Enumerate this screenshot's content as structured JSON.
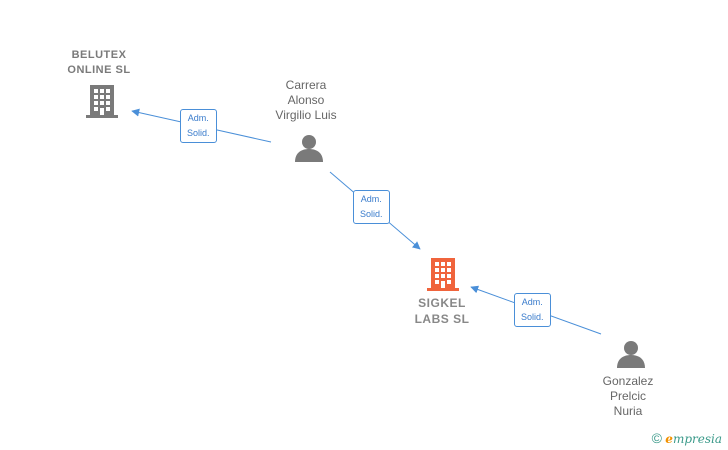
{
  "nodes": {
    "belutex": {
      "name": "BELUTEX\nONLINE SL",
      "type": "company",
      "color": "#7a7a7a"
    },
    "sigkel": {
      "name": "SIGKEL\nLABS SL",
      "type": "company",
      "color": "#f0643c"
    },
    "carrera": {
      "name": "Carrera\nAlonso\nVirgilio Luis",
      "type": "person",
      "color": "#7a7a7a"
    },
    "gonzalez": {
      "name": "Gonzalez\nPrelcic\nNuria",
      "type": "person",
      "color": "#7a7a7a"
    }
  },
  "edges": [
    {
      "from": "carrera",
      "to": "belutex",
      "line1": "Adm.",
      "line2": "Solid."
    },
    {
      "from": "carrera",
      "to": "sigkel",
      "line1": "Adm.",
      "line2": "Solid."
    },
    {
      "from": "gonzalez",
      "to": "sigkel",
      "line1": "Adm.",
      "line2": "Solid."
    }
  ],
  "footer": {
    "copyright_symbol": "©",
    "brand_first": "e",
    "brand_rest": "mpresia"
  },
  "colors": {
    "edge": "#4a8fd8",
    "accent": "#f0643c"
  }
}
